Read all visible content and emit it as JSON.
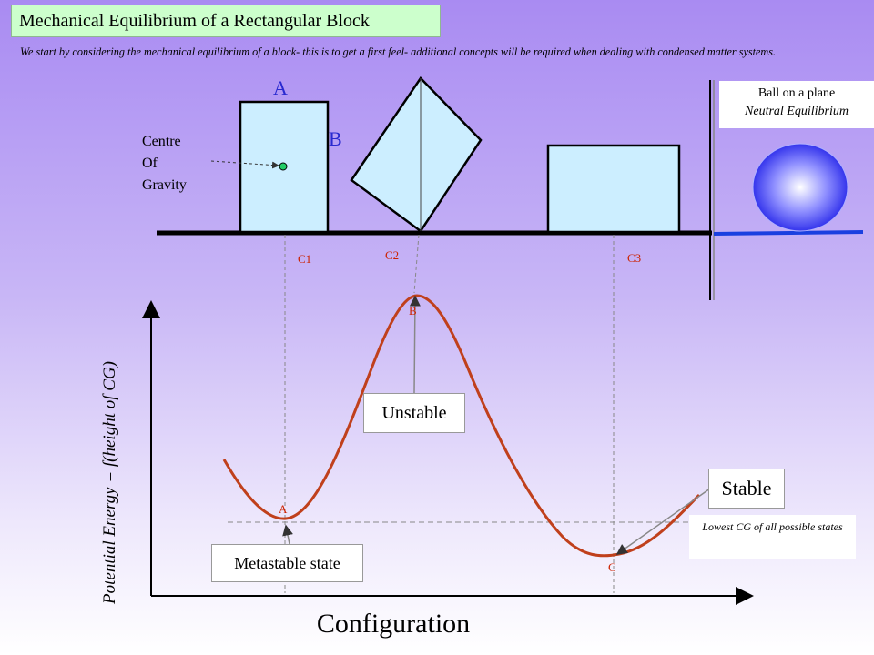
{
  "title": "Mechanical Equilibrium of a Rectangular Block",
  "intro": "We start by considering the mechanical equilibrium of a block- this is to get a first feel- additional concepts will be required when dealing with condensed matter systems.",
  "ball_box": {
    "line1": "Ball on a plane",
    "line2": "Neutral Equilibrium"
  },
  "blocks": {
    "label_a": "A",
    "label_b": "B",
    "cog_lines": [
      "Centre",
      "Of",
      "Gravity"
    ]
  },
  "contact_points": [
    "C1",
    "C2",
    "C3"
  ],
  "curve_points": {
    "a": "A",
    "b": "B",
    "c": "C"
  },
  "states": {
    "unstable": "Unstable",
    "stable": "Stable",
    "metastable": "Metastable state",
    "lowest_cg": "Lowest CG of all possible states"
  },
  "axes": {
    "ylabel": "Potential Energy = f(height of CG)",
    "xlabel": "Configuration"
  },
  "colors": {
    "block_fill": "#cceeff",
    "curve": "#c0401c",
    "point_label": "#cc2200",
    "title_bg": "#ccffcc",
    "cog_dot": "#22cc66"
  }
}
